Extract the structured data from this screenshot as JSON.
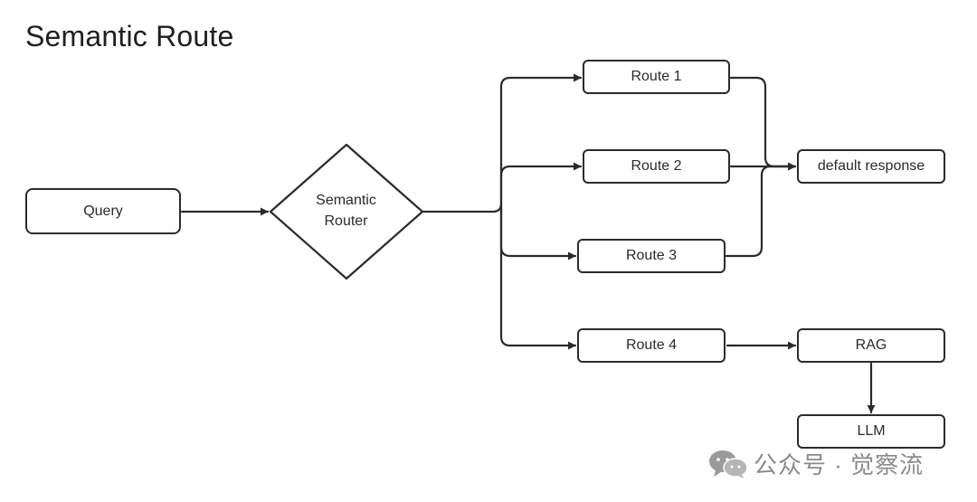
{
  "title": "Semantic Route",
  "nodes": {
    "query": "Query",
    "router_line1": "Semantic",
    "router_line2": "Router",
    "route1": "Route 1",
    "route2": "Route 2",
    "route3": "Route 3",
    "route4": "Route 4",
    "default_response": "default response",
    "rag": "RAG",
    "llm": "LLM"
  },
  "watermark": {
    "text": "公众号 · 觉察流",
    "icon": "wechat-icon"
  },
  "colors": {
    "stroke": "#2b2b2b",
    "background": "#ffffff",
    "watermark": "#8a8a8a"
  }
}
